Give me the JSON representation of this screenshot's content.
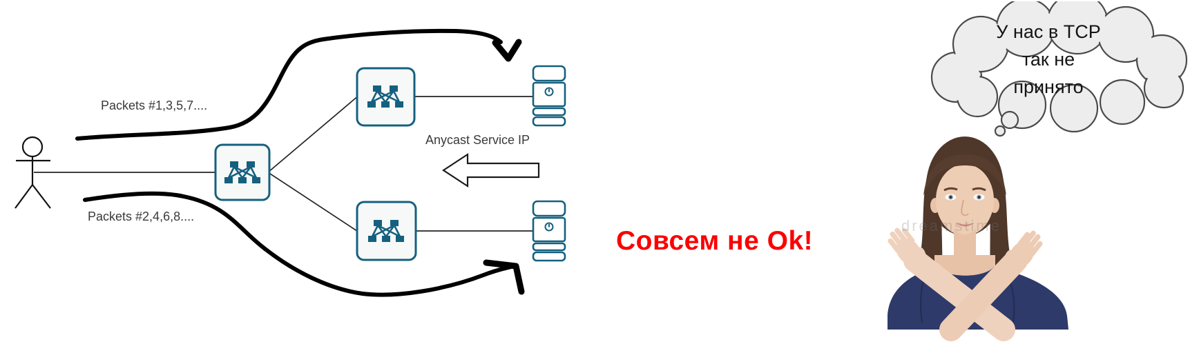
{
  "diagram": {
    "labels": {
      "packets_top": "Packets #1,3,5,7....",
      "packets_bottom": "Packets #2,4,6,8....",
      "anycast_service_ip": "Anycast Service IP"
    },
    "icons": {
      "client": "stick-person-icon",
      "switch": "network-switch-icon",
      "server": "server-icon",
      "service_direction": "left-block-arrow-icon",
      "flow": "hand-drawn-arrow-icon"
    }
  },
  "caption": {
    "text": "Совсем не Ok!",
    "color": "#fb0000"
  },
  "thought_bubble": {
    "text": "У нас в TCP\nтак не\nпринято",
    "fill": "#ededed",
    "stroke": "#4a4a4a"
  },
  "photo": {
    "subject": "woman-crossed-arms-stop-gesture",
    "watermark": "dreamstime",
    "top_color": "#2e3a69"
  },
  "colors": {
    "network_teal": "#15607f",
    "node_box_fill": "#f7f8f8",
    "hand_drawn_black": "#000000",
    "caption_red": "#fb0000"
  }
}
